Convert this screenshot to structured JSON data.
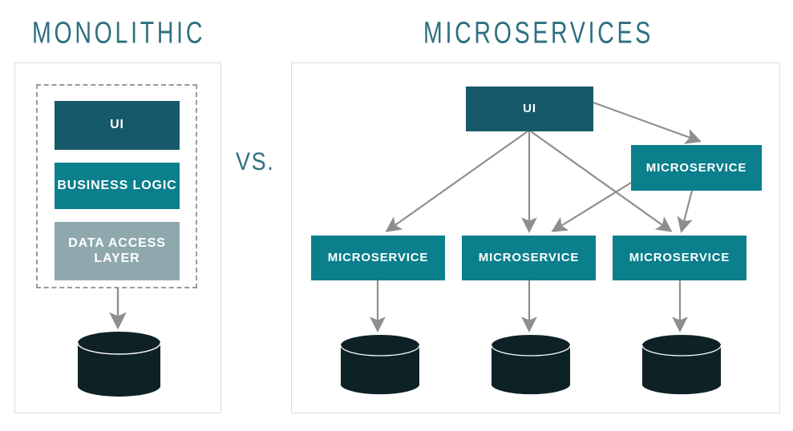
{
  "diagram": {
    "title_left": "MONOLITHIC",
    "title_right": "MICROSERVICES",
    "vs_label": "VS.",
    "colors": {
      "title_teal": "#2D7080",
      "box_teal_dark": "#15596A",
      "box_teal_mid": "#0B7F8C",
      "box_slate": "#8FA8AE",
      "database_dark": "#0E2226",
      "arrow_gray": "#8E8E8E",
      "panel_border": "#DCDCDC",
      "dashed_border": "#9A9A9A",
      "background": "#FFFFFF",
      "label_text": "#FFFFFF"
    }
  },
  "monolithic": {
    "layers": [
      {
        "label": "UI",
        "color": "#15596A"
      },
      {
        "label": "BUSINESS LOGIC",
        "color": "#0B7F8C"
      },
      {
        "label": "DATA ACCESS LAYER",
        "color": "#8FA8AE"
      }
    ],
    "database": {
      "name": "database-cylinder"
    }
  },
  "microservices": {
    "ui": {
      "label": "UI",
      "color": "#15596A"
    },
    "services": [
      {
        "label": "MICROSERVICE",
        "position": "top-right",
        "color": "#0B7F8C"
      },
      {
        "label": "MICROSERVICE",
        "position": "bottom-left",
        "color": "#0B7F8C"
      },
      {
        "label": "MICROSERVICE",
        "position": "bottom-center",
        "color": "#0B7F8C"
      },
      {
        "label": "MICROSERVICE",
        "position": "bottom-right",
        "color": "#0B7F8C"
      }
    ],
    "databases": [
      {
        "name": "database-cylinder-1"
      },
      {
        "name": "database-cylinder-2"
      },
      {
        "name": "database-cylinder-3"
      }
    ]
  }
}
